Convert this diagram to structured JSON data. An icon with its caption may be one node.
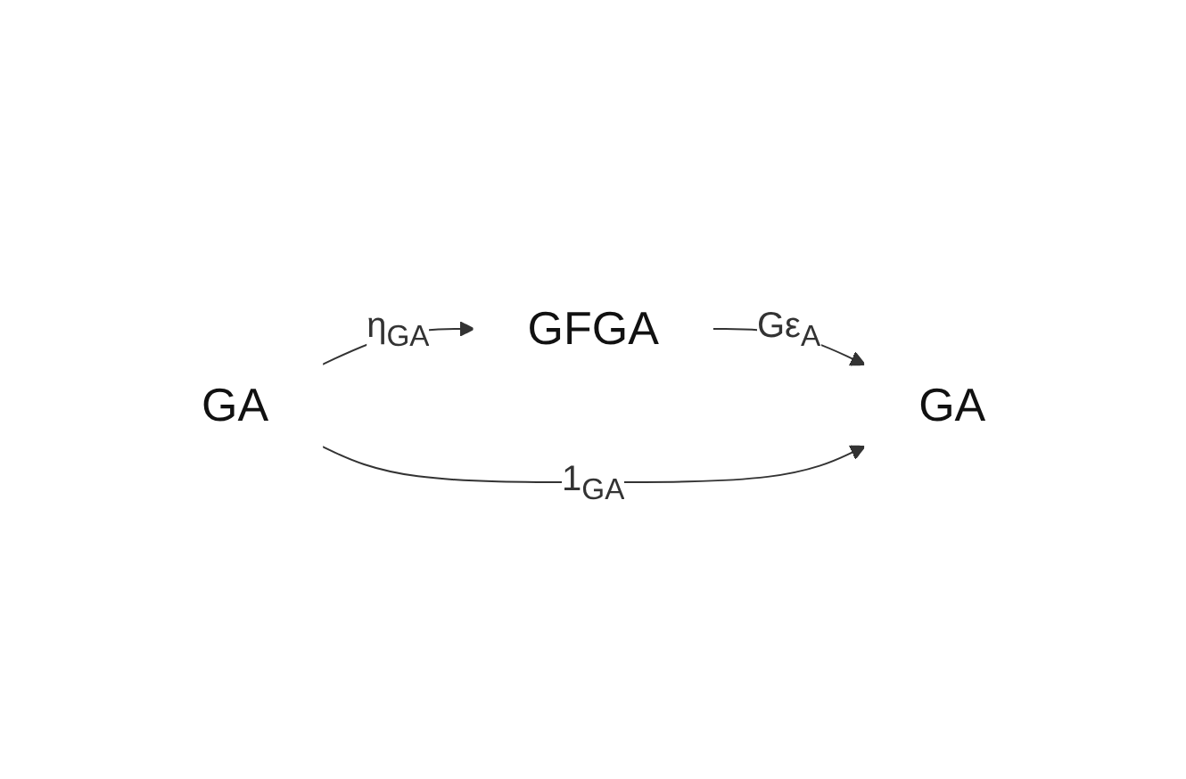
{
  "diagram": {
    "nodes": [
      {
        "text": [
          "GA"
        ]
      },
      {
        "text": [
          "GFGA"
        ]
      },
      {
        "text": [
          "GA"
        ]
      }
    ],
    "edges": [
      {
        "from": 0,
        "to": 1,
        "arrow": "to",
        "label": "η$_{GA}$"
      },
      {
        "from": 1,
        "to": 2,
        "arrow": "to",
        "label": "Gε$_{A}$"
      },
      {
        "from": 0,
        "to": 2,
        "arrow": "to",
        "label": "1$_{GA}$"
      }
    ]
  }
}
